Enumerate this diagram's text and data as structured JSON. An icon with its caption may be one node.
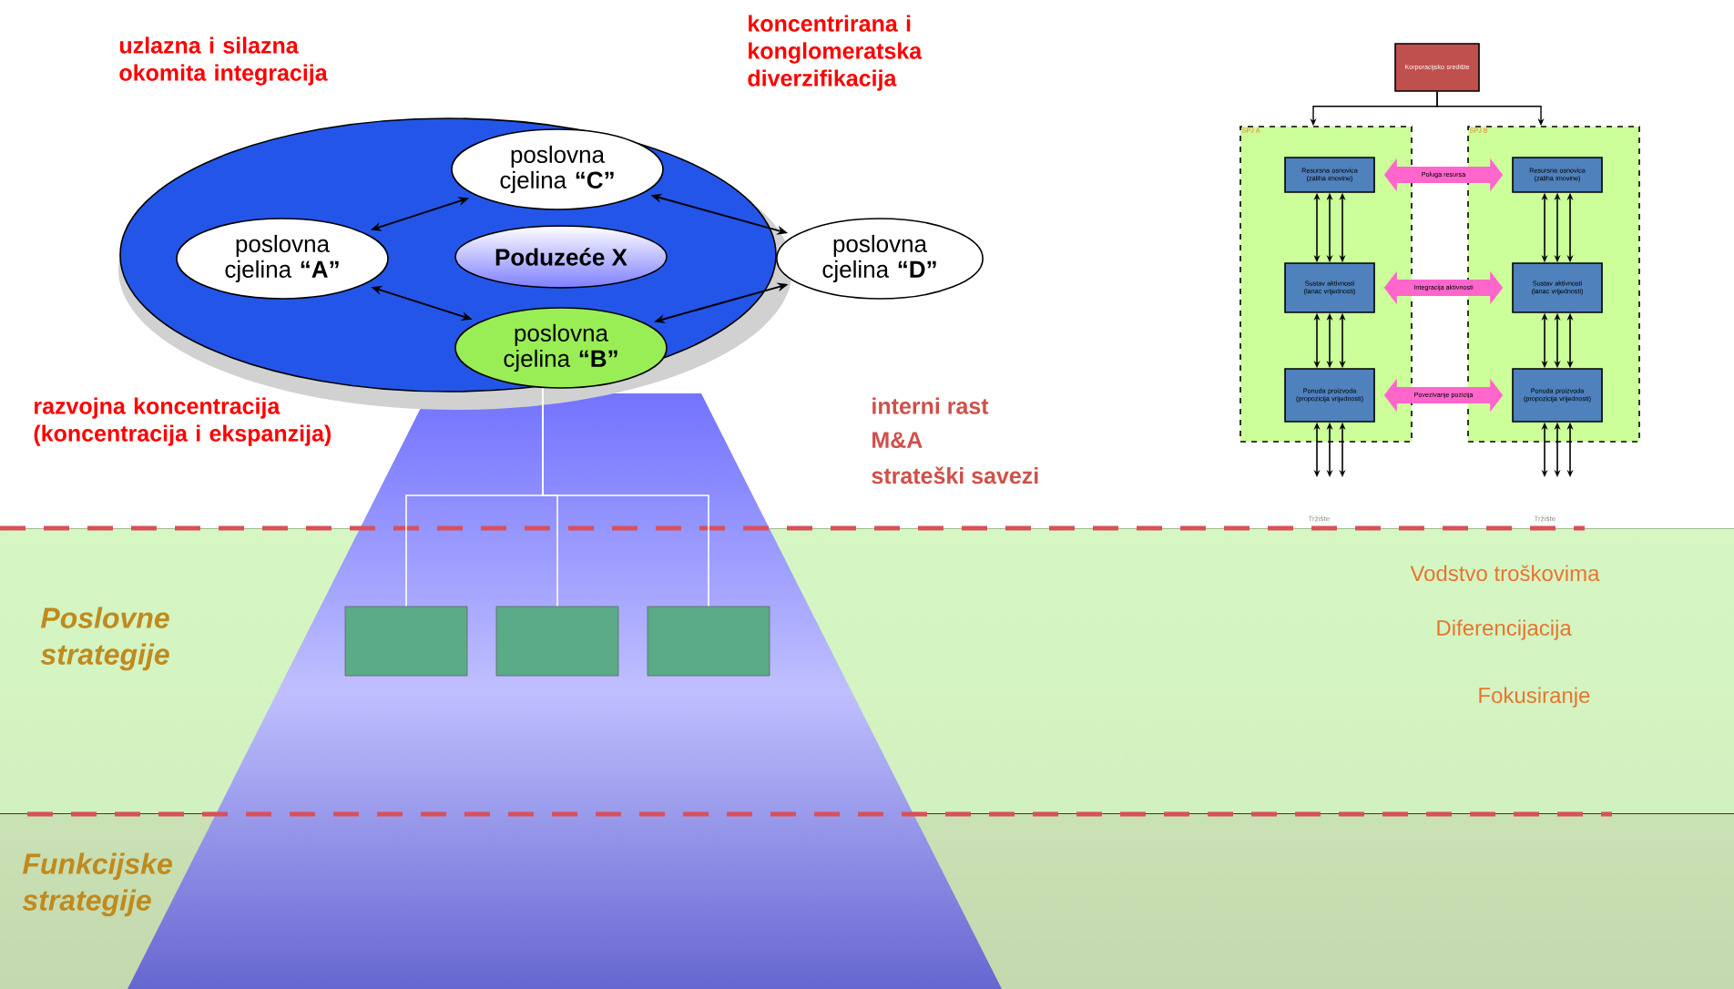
{
  "diagram": {
    "nodes": [
      {
        "text": [],
        "shape": "ellipse"
      },
      {
        "text": [
          "poslovna cjelina **“C”**"
        ],
        "in": 0
      },
      {
        "text": [
          "poslovna cjelina **“A”**"
        ],
        "in": 0
      },
      {
        "text": [
          "Poduzeće X"
        ],
        "in": 0
      },
      {
        "text": [
          "poslovna cjelina **“D”**"
        ]
      },
      {
        "text": [
          "poslovna cjelina **“B”**"
        ],
        "in": 0
      },
      {
        "text": [
          "Korporacijsko središte"
        ]
      },
      {
        "text": [
          "SPJ A"
        ]
      },
      {
        "text": [
          "Resursna osnovica (zaliha imovine)"
        ],
        "in": 7
      },
      {
        "text": [
          "Sustav aktivnosti (lanac vrijednosti)"
        ],
        "in": 7
      },
      {
        "text": [
          "Ponuda proizvoda (propozicija vrijednosti)"
        ],
        "in": 7
      },
      {
        "text": [
          "SPJ B"
        ]
      },
      {
        "text": [
          "Resursna osnovica (zaliha imovine)"
        ],
        "in": 11
      },
      {
        "text": [
          "Sustav aktivnosti (lanac vrijednosti)"
        ],
        "in": 11
      },
      {
        "text": [
          "Ponuda proizvoda (propozicija vrijednosti)"
        ],
        "in": 11
      },
      {
        "text": [],
        "shape": "box"
      },
      {
        "text": [],
        "shape": "box"
      },
      {
        "text": [],
        "shape": "box"
      }
    ],
    "edges": [
      {
        "from": 2,
        "to": 1,
        "arrow": "both"
      },
      {
        "from": 1,
        "to": 4,
        "arrow": "both"
      },
      {
        "from": 2,
        "to": 5,
        "arrow": "both"
      },
      {
        "from": 5,
        "to": 4,
        "arrow": "both"
      },
      {
        "from": 6,
        "to": 7,
        "arrow": "to"
      },
      {
        "from": 6,
        "to": 11,
        "arrow": "to"
      },
      {
        "from": 8,
        "to": 9,
        "arrow": "both"
      },
      {
        "from": 8,
        "to": 9,
        "arrow": "both"
      },
      {
        "from": 8,
        "to": 9,
        "arrow": "both"
      },
      {
        "from": 9,
        "to": 10,
        "arrow": "both"
      },
      {
        "from": 9,
        "to": 10,
        "arrow": "both"
      },
      {
        "from": 9,
        "to": 10,
        "arrow": "both"
      },
      {
        "from": 12,
        "to": 13,
        "arrow": "both"
      },
      {
        "from": 12,
        "to": 13,
        "arrow": "both"
      },
      {
        "from": 12,
        "to": 13,
        "arrow": "both"
      },
      {
        "from": 13,
        "to": 14,
        "arrow": "both"
      },
      {
        "from": 13,
        "to": 14,
        "arrow": "both"
      },
      {
        "from": 13,
        "to": 14,
        "arrow": "both"
      },
      {
        "from": 10,
        "to": null,
        "arrow": "both"
      },
      {
        "from": 10,
        "to": null,
        "arrow": "both"
      },
      {
        "from": 10,
        "to": null,
        "arrow": "both"
      },
      {
        "from": 14,
        "to": null,
        "arrow": "both"
      },
      {
        "from": 14,
        "to": null,
        "arrow": "both"
      },
      {
        "from": 14,
        "to": null,
        "arrow": "both"
      },
      {
        "from": 8,
        "to": 12,
        "arrow": "both",
        "label": "Poluga resursa",
        "style": "thick",
        "color": "#ff66cc"
      },
      {
        "from": 9,
        "to": 13,
        "arrow": "both",
        "label": "Integracija aktivnosti",
        "style": "thick",
        "color": "#ff66cc"
      },
      {
        "from": 10,
        "to": 14,
        "arrow": "both",
        "label": "Povezivanje pozicija",
        "style": "thick",
        "color": "#ff66cc"
      },
      {
        "from": 5,
        "to": 15,
        "arrow": "none",
        "color": "#ffffff"
      },
      {
        "from": 5,
        "to": 16,
        "arrow": "none",
        "color": "#ffffff"
      },
      {
        "from": 5,
        "to": 17,
        "arrow": "none",
        "color": "#ffffff"
      }
    ],
    "labels": [
      "uzlazna i silazna okomita integracija",
      "koncentrirana i konglomeratska diverzifikacija",
      "razvojna koncentracija (koncentracija i ekspanzija)",
      "interni rast",
      "M&A",
      "strateški savezi",
      "Tržište",
      "Tržište",
      "Vodstvo troškovima",
      "Poslovne strategije",
      "Diferencijacija",
      "Fokusiranje",
      "Funkcijske strategije"
    ]
  }
}
